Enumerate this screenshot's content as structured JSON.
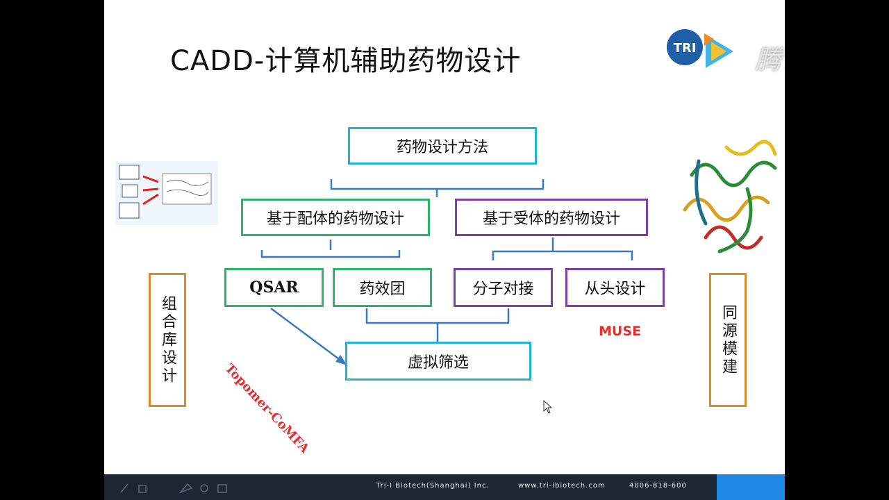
{
  "slide": {
    "title": "CADD-计算机辅助药物设计",
    "diagram": {
      "root": "药物设计方法",
      "ligand_based": "基于配体的药物设计",
      "receptor_based": "基于受体的药物设计",
      "qsar": "QSAR",
      "pharmacophore": "药效团",
      "docking": "分子对接",
      "de_novo": "从头设计",
      "virtual_screening": "虚拟筛选",
      "topomer_label": "Topomer-CoMFA",
      "muse_label": "MUSE",
      "left_side": "组合库设计",
      "right_side": "同源模建"
    },
    "footer": {
      "company": "Tri-I Biotech(Shanghai) Inc.",
      "website": "www.tri-ibiotech.com",
      "phone": "4006-818-600"
    }
  },
  "watermark": {
    "logo_text": "TRI",
    "text": "腾讯视频"
  },
  "colors": {
    "cyan": "#22b4d8",
    "green": "#2eb36a",
    "purple": "#7a3fa8",
    "orange": "#d98a2a",
    "connector": "#3a78c2",
    "red": "#e23030"
  }
}
